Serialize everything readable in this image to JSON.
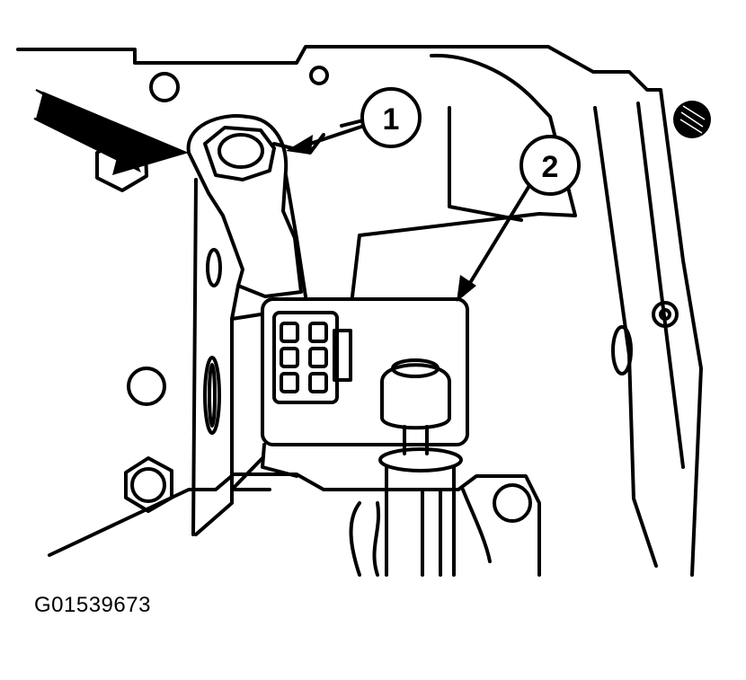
{
  "figure": {
    "code": "G01539673",
    "callouts": [
      {
        "label": "1"
      },
      {
        "label": "2"
      }
    ]
  }
}
